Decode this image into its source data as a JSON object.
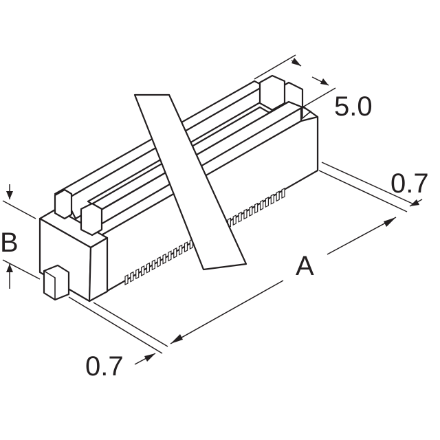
{
  "drawing": {
    "dimensions": {
      "width_label": "5.0",
      "pitch_right_label": "0.7",
      "length_label": "A",
      "height_label": "B",
      "pitch_left_label": "0.7"
    }
  }
}
